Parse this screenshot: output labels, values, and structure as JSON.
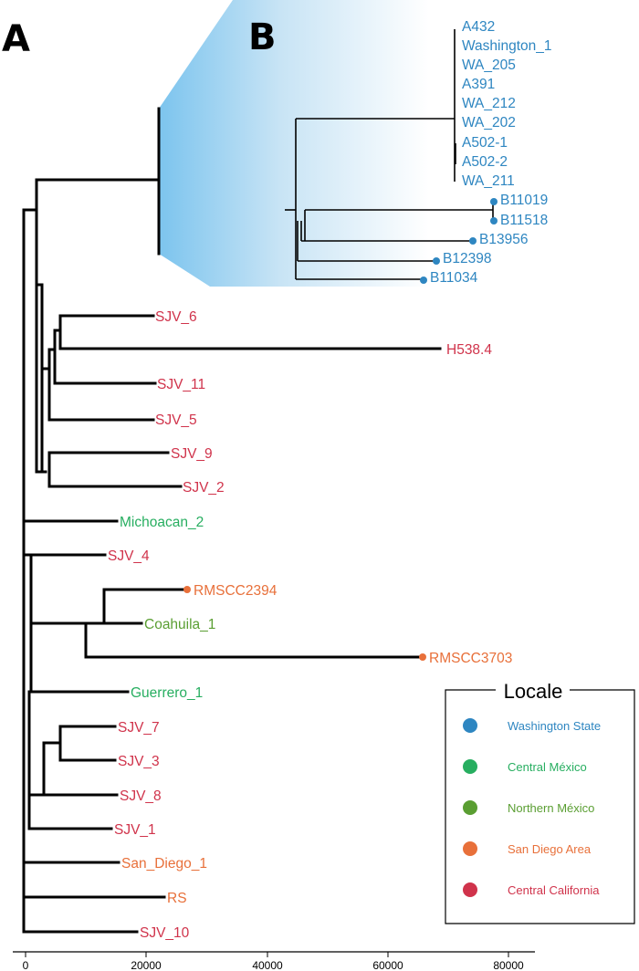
{
  "panels": {
    "a": "A",
    "b": "B"
  },
  "colors": {
    "washington": "#2e86c1",
    "central_mexico": "#27ae60",
    "northern_mexico": "#5a9e32",
    "san_diego": "#e8703a",
    "central_california": "#d0334b"
  },
  "tree_a": {
    "tips": [
      {
        "name": "SJV_6",
        "locale": "central_california",
        "dot": false
      },
      {
        "name": "H538.4",
        "locale": "central_california",
        "dot": false
      },
      {
        "name": "SJV_11",
        "locale": "central_california",
        "dot": false
      },
      {
        "name": "SJV_5",
        "locale": "central_california",
        "dot": false
      },
      {
        "name": "SJV_9",
        "locale": "central_california",
        "dot": false
      },
      {
        "name": "SJV_2",
        "locale": "central_california",
        "dot": false
      },
      {
        "name": "Michoacan_2",
        "locale": "central_mexico",
        "dot": false
      },
      {
        "name": "SJV_4",
        "locale": "central_california",
        "dot": false
      },
      {
        "name": "RMSCC2394",
        "locale": "san_diego",
        "dot": true
      },
      {
        "name": "Coahuila_1",
        "locale": "northern_mexico",
        "dot": false
      },
      {
        "name": "RMSCC3703",
        "locale": "san_diego",
        "dot": true
      },
      {
        "name": "Guerrero_1",
        "locale": "central_mexico",
        "dot": false
      },
      {
        "name": "SJV_7",
        "locale": "central_california",
        "dot": false
      },
      {
        "name": "SJV_3",
        "locale": "central_california",
        "dot": false
      },
      {
        "name": "SJV_8",
        "locale": "central_california",
        "dot": false
      },
      {
        "name": "SJV_1",
        "locale": "central_california",
        "dot": false
      },
      {
        "name": "San_Diego_1",
        "locale": "san_diego",
        "dot": false
      },
      {
        "name": "RS",
        "locale": "san_diego",
        "dot": false
      },
      {
        "name": "SJV_10",
        "locale": "central_california",
        "dot": false
      }
    ]
  },
  "tree_b": {
    "tips": [
      {
        "name": "A432",
        "locale": "washington",
        "dot": false
      },
      {
        "name": "Washington_1",
        "locale": "washington",
        "dot": false
      },
      {
        "name": "WA_205",
        "locale": "washington",
        "dot": false
      },
      {
        "name": "A391",
        "locale": "washington",
        "dot": false
      },
      {
        "name": "WA_212",
        "locale": "washington",
        "dot": false
      },
      {
        "name": "WA_202",
        "locale": "washington",
        "dot": false
      },
      {
        "name": "A502-1",
        "locale": "washington",
        "dot": false
      },
      {
        "name": "A502-2",
        "locale": "washington",
        "dot": false
      },
      {
        "name": "WA_211",
        "locale": "washington",
        "dot": false
      },
      {
        "name": "B11019",
        "locale": "washington",
        "dot": true
      },
      {
        "name": "B11518",
        "locale": "washington",
        "dot": true
      },
      {
        "name": "B13956",
        "locale": "washington",
        "dot": true
      },
      {
        "name": "B12398",
        "locale": "washington",
        "dot": true
      },
      {
        "name": "B11034",
        "locale": "washington",
        "dot": true
      }
    ]
  },
  "axis": {
    "ticks": [
      "0",
      "20000",
      "40000",
      "60000",
      "80000"
    ],
    "range": [
      0,
      80000
    ]
  },
  "legend": {
    "title": "Locale",
    "items": [
      {
        "label": "Washington State",
        "locale": "washington"
      },
      {
        "label": "Central México",
        "locale": "central_mexico"
      },
      {
        "label": "Northern México",
        "locale": "northern_mexico"
      },
      {
        "label": "San Diego Area",
        "locale": "san_diego"
      },
      {
        "label": "Central California",
        "locale": "central_california"
      }
    ]
  }
}
